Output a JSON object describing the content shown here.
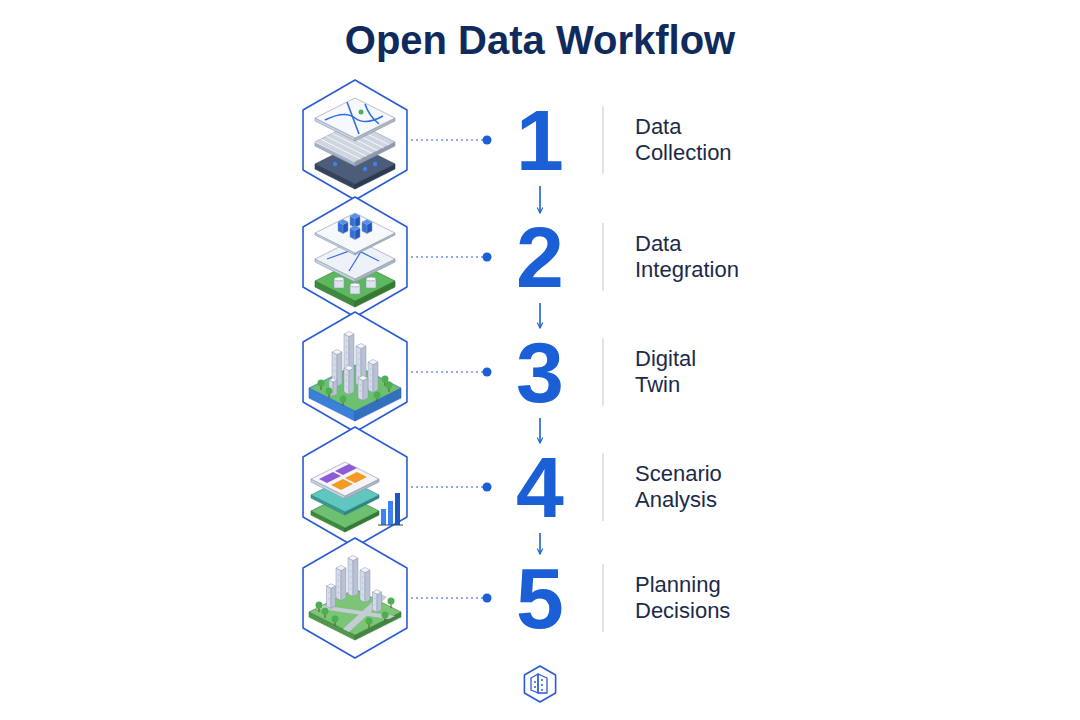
{
  "diagram": {
    "title": "Open Data Workflow",
    "nodes": [
      {
        "text": [
          "1",
          "Data Collection"
        ]
      },
      {
        "text": [
          "2",
          "Data Integration"
        ]
      },
      {
        "text": [
          "3",
          "Digital Twin"
        ]
      },
      {
        "text": [
          "4",
          "Scenario Analysis"
        ]
      },
      {
        "text": [
          "5",
          "Planning Decisions"
        ]
      }
    ],
    "edges": [
      {
        "from": 0,
        "to": 1,
        "arrow": "to"
      },
      {
        "from": 1,
        "to": 2,
        "arrow": "to"
      },
      {
        "from": 2,
        "to": 3,
        "arrow": "to"
      },
      {
        "from": 3,
        "to": 4,
        "arrow": "to"
      }
    ]
  }
}
